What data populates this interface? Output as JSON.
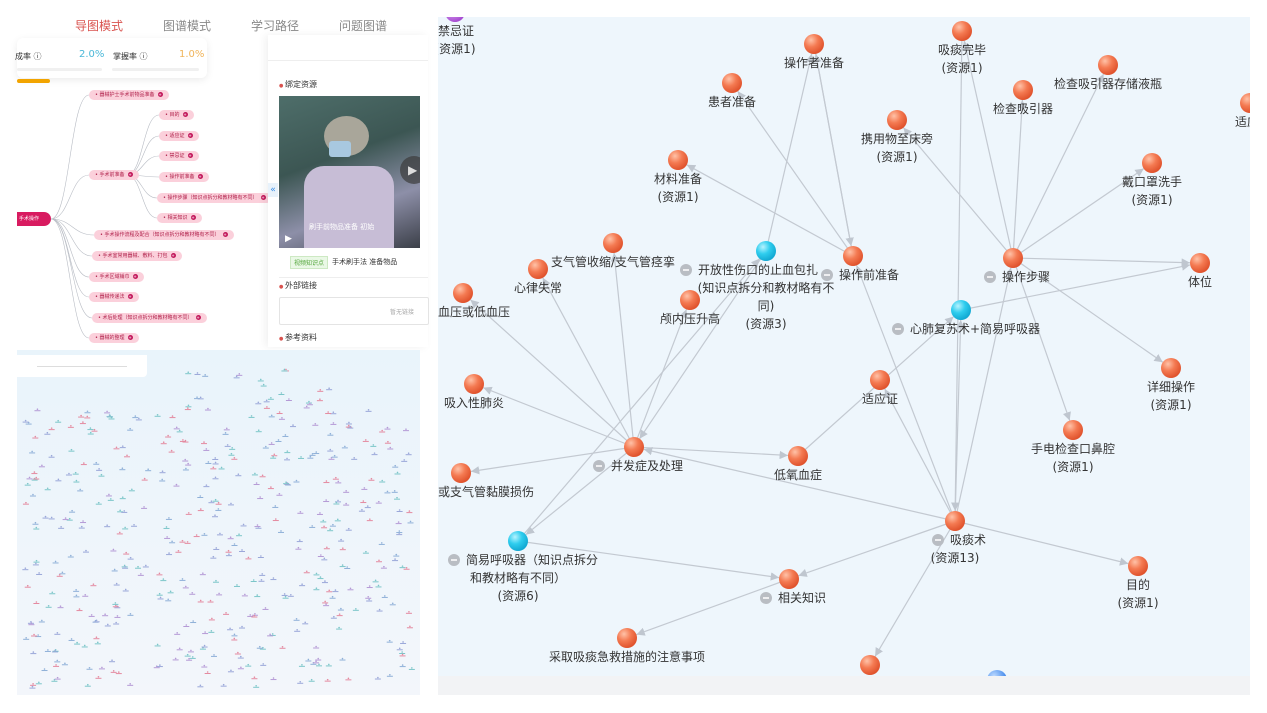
{
  "tabs": [
    {
      "label": "导图模式",
      "active": true
    },
    {
      "label": "图谱模式"
    },
    {
      "label": "学习路径"
    },
    {
      "label": "问题图谱"
    }
  ],
  "stats": {
    "completion_label": "成率 ⓘ",
    "completion_value": "2.0%",
    "mastery_label": "掌握率 ⓘ",
    "mastery_value": "1.0%",
    "completion_color": "#4bb8d8",
    "mastery_color": "#f0b45a"
  },
  "mindmap": {
    "root": "手术操作",
    "items": [
      "器械护士手术前物品准备",
      "手术前准备",
      "手术操作流程及配合（知识点拆分和教材略有不同）",
      "手术室常用器械、敷料、打包",
      "手术区域铺巾",
      "器械传递法",
      "术后处理（知识点拆分和教材略有不同）",
      "器械的整理"
    ],
    "sub_items": [
      "目的",
      "适应证",
      "禁忌证",
      "操作前准备",
      "操作步骤（知识点拆分和教材略有不同）",
      "相关知识"
    ]
  },
  "side_panel": {
    "bind_resource": "绑定资源",
    "video_caption": "刷手前物品准备 初始",
    "video_tag": "视频知识点",
    "video_title": "手术刷手法 准备物品",
    "external_links": "外部链接",
    "links_placeholder": "暂无链接",
    "references": "参考资料",
    "collapse": "«"
  },
  "graph": {
    "nodes": [
      {
        "id": "n1",
        "lines": [
          "禁忌证",
          "(资源1)"
        ],
        "type": "purple"
      },
      {
        "id": "n2",
        "lines": [
          "操作者准备"
        ],
        "type": "orange"
      },
      {
        "id": "n3",
        "lines": [
          "患者准备"
        ],
        "type": "orange"
      },
      {
        "id": "n4",
        "lines": [
          "材料准备",
          "(资源1)"
        ],
        "type": "orange"
      },
      {
        "id": "n5",
        "lines": [
          "支气管收缩/支气管痉挛"
        ],
        "type": "orange"
      },
      {
        "id": "n6",
        "lines": [
          "心律失常"
        ],
        "type": "orange"
      },
      {
        "id": "n7",
        "lines": [
          "血压或低血压"
        ],
        "type": "orange"
      },
      {
        "id": "n8",
        "lines": [
          "开放性伤口的止血包扎",
          "(知识点拆分和教材略有不",
          "同)",
          "(资源3)"
        ],
        "type": "cyan",
        "collapsible": true
      },
      {
        "id": "n9",
        "lines": [
          "颅内压升高"
        ],
        "type": "orange"
      },
      {
        "id": "n10",
        "lines": [
          "操作前准备"
        ],
        "type": "orange",
        "collapsible": true
      },
      {
        "id": "n11",
        "lines": [
          "吸痰完毕",
          "(资源1)"
        ],
        "type": "orange"
      },
      {
        "id": "n12",
        "lines": [
          "检查吸引器"
        ],
        "type": "orange"
      },
      {
        "id": "n13",
        "lines": [
          "检查吸引器存储液瓶"
        ],
        "type": "orange"
      },
      {
        "id": "n14",
        "lines": [
          "携用物至床旁",
          "(资源1)"
        ],
        "type": "orange"
      },
      {
        "id": "n15",
        "lines": [
          "戴口罩洗手",
          "(资源1)"
        ],
        "type": "orange"
      },
      {
        "id": "n16",
        "lines": [
          "操作步骤"
        ],
        "type": "orange",
        "collapsible": true
      },
      {
        "id": "n17",
        "lines": [
          "体位"
        ],
        "type": "orange"
      },
      {
        "id": "n18",
        "lines": [
          "适应"
        ],
        "type": "orange"
      },
      {
        "id": "n19",
        "lines": [
          "心肺复苏术+简易呼吸器"
        ],
        "type": "cyan",
        "collapsible": true
      },
      {
        "id": "n20",
        "lines": [
          "适应证"
        ],
        "type": "orange"
      },
      {
        "id": "n21",
        "lines": [
          "详细操作",
          "(资源1)"
        ],
        "type": "orange"
      },
      {
        "id": "n22",
        "lines": [
          "手电检查口鼻腔",
          "(资源1)"
        ],
        "type": "orange"
      },
      {
        "id": "n23",
        "lines": [
          "吸入性肺炎"
        ],
        "type": "orange"
      },
      {
        "id": "n24",
        "lines": [
          "并发症及处理"
        ],
        "type": "orange",
        "collapsible": true
      },
      {
        "id": "n25",
        "lines": [
          "低氧血症"
        ],
        "type": "orange"
      },
      {
        "id": "n26",
        "lines": [
          "或支气管黏膜损伤"
        ],
        "type": "orange"
      },
      {
        "id": "n27",
        "lines": [
          "简易呼吸器（知识点拆分",
          "和教材略有不同）",
          "(资源6)"
        ],
        "type": "cyan",
        "collapsible": true
      },
      {
        "id": "n28",
        "lines": [
          "吸痰术",
          "(资源13)"
        ],
        "type": "orange",
        "collapsible": true
      },
      {
        "id": "n29",
        "lines": [
          "目的",
          "(资源1)"
        ],
        "type": "orange"
      },
      {
        "id": "n30",
        "lines": [
          "相关知识"
        ],
        "type": "orange",
        "collapsible": true
      },
      {
        "id": "n31",
        "lines": [
          "采取吸痰急救措施的注意事项"
        ],
        "type": "orange"
      },
      {
        "id": "n32",
        "lines": [],
        "type": "orange"
      },
      {
        "id": "n33",
        "lines": [],
        "type": "blue"
      }
    ],
    "edges": [
      [
        "n16",
        "n11"
      ],
      [
        "n16",
        "n12"
      ],
      [
        "n16",
        "n13"
      ],
      [
        "n16",
        "n14"
      ],
      [
        "n16",
        "n15"
      ],
      [
        "n16",
        "n17"
      ],
      [
        "n16",
        "n21"
      ],
      [
        "n16",
        "n22"
      ],
      [
        "n10",
        "n2"
      ],
      [
        "n10",
        "n3"
      ],
      [
        "n10",
        "n4"
      ],
      [
        "n19",
        "n17"
      ],
      [
        "n24",
        "n23"
      ],
      [
        "n24",
        "n26"
      ],
      [
        "n24",
        "n25"
      ],
      [
        "n24",
        "n27"
      ],
      [
        "n24",
        "n5"
      ],
      [
        "n24",
        "n6"
      ],
      [
        "n24",
        "n7"
      ],
      [
        "n24",
        "n9"
      ],
      [
        "n28",
        "n20"
      ],
      [
        "n28",
        "n29"
      ],
      [
        "n28",
        "n32"
      ],
      [
        "n28",
        "n24"
      ],
      [
        "n28",
        "n10"
      ],
      [
        "n28",
        "n16"
      ],
      [
        "n28",
        "n19"
      ],
      [
        "n30",
        "n31"
      ],
      [
        "n28",
        "n30"
      ],
      [
        "n25",
        "n19"
      ],
      [
        "n8",
        "n2"
      ],
      [
        "n8",
        "n24"
      ],
      [
        "n2",
        "n10"
      ],
      [
        "n11",
        "n28"
      ],
      [
        "n27",
        "n30"
      ],
      [
        "n27",
        "n8"
      ]
    ],
    "colors": {
      "orange": "#f26b45",
      "cyan": "#21c3e6",
      "purple": "#b25bd8",
      "blue": "#3d8df0",
      "edge": "#c3c9d1"
    }
  }
}
